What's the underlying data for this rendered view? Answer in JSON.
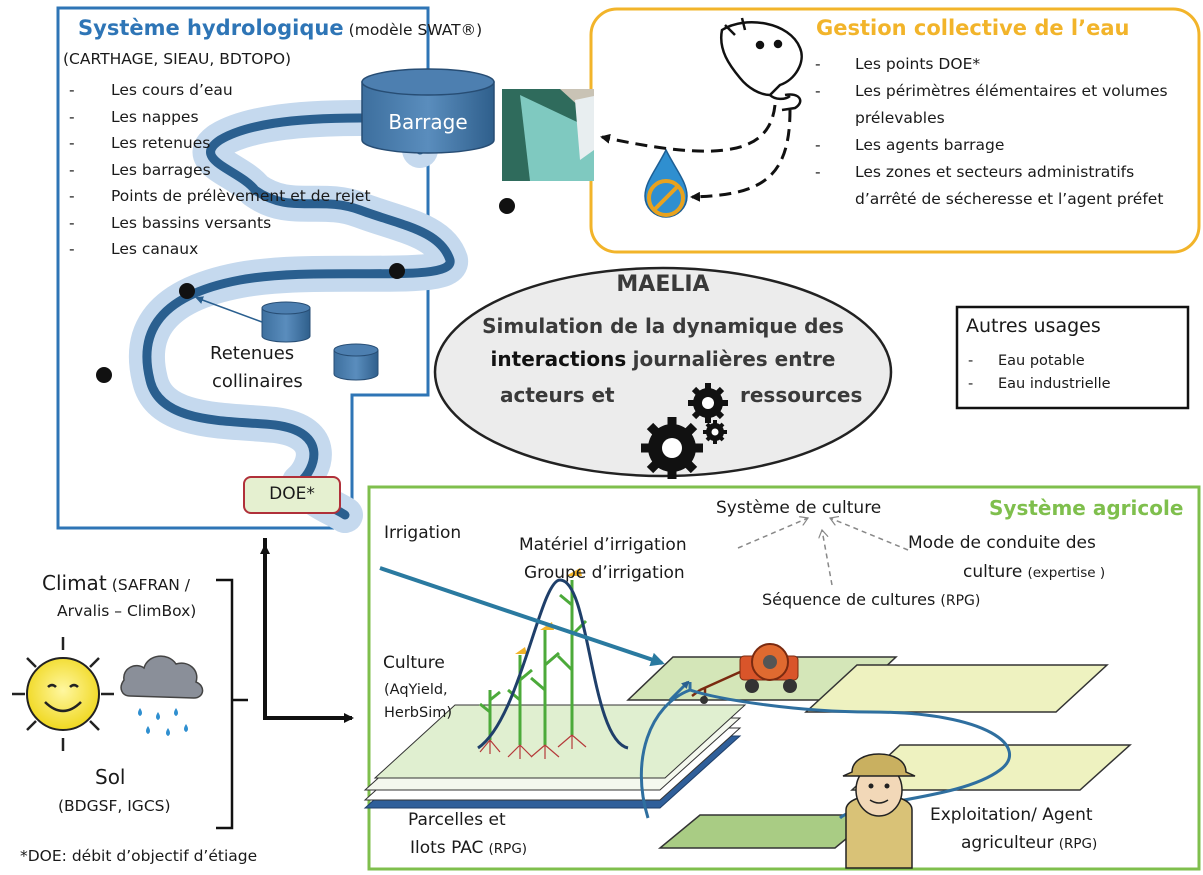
{
  "hydro": {
    "title": "Système hydrologique",
    "title_suffix": "(modèle SWAT®)",
    "sources": "(CARTHAGE, SIEAU, BDTOPO)",
    "items": [
      "Les cours d’eau",
      "Les nappes",
      "Les retenues",
      "Les barrages",
      "Points de prélèvement et de rejet",
      "Les bassins versants",
      "Les canaux"
    ],
    "barrage": "Barrage",
    "retenues_1": "Retenues",
    "retenues_2": "collinaires",
    "doe": "DOE*"
  },
  "gestion": {
    "title": "Gestion collective de l’eau",
    "items": [
      "Les points DOE*",
      "Les périmètres élémentaires et volumes prélevables",
      "Les agents barrage",
      "Les zones et secteurs administratifs d’arrêté de sécheresse et l’agent préfet"
    ]
  },
  "maelia": {
    "title": "MAELIA",
    "line1": "Simulation de la dynamique des",
    "line2_bold": "interactions",
    "line2_rest": "journalières entre",
    "line3_left": "acteurs et",
    "line3_right": "ressources"
  },
  "autres": {
    "title": "Autres usages",
    "items": [
      "Eau potable",
      "Eau industrielle"
    ]
  },
  "climat": {
    "title": "Climat",
    "sources_1": "(SAFRAN /",
    "sources_2": "Arvalis – ClimBox)"
  },
  "sol": {
    "title": "Sol",
    "sources": "(BDGSF, IGCS)"
  },
  "footnote": "*DOE: débit d’objectif d’étiage",
  "agri": {
    "title": "Système agricole",
    "systeme_culture": "Système de culture",
    "irrigation": "Irrigation",
    "materiel_1": "Matériel d’irrigation",
    "materiel_2": "Groupe d’irrigation",
    "mode_1": "Mode de conduite des",
    "mode_2": "culture",
    "mode_2_src": "(expertise )",
    "sequence": "Séquence de cultures",
    "sequence_src": "(RPG)",
    "culture": "Culture",
    "culture_src_1": "(AqYield,",
    "culture_src_2": "HerbSim)",
    "parcelles_1": "Parcelles et",
    "parcelles_2": "Ilots PAC",
    "parcelles_src": "(RPG)",
    "exploit_1": "Exploitation/ Agent",
    "exploit_2": "agriculteur",
    "exploit_src": "(RPG)"
  },
  "colors": {
    "hydro": "#2e75b6",
    "gestion": "#f2b42a",
    "agri": "#7fbf4d",
    "river": "#2a5f8f",
    "river_halo": "#c5d9ee"
  }
}
